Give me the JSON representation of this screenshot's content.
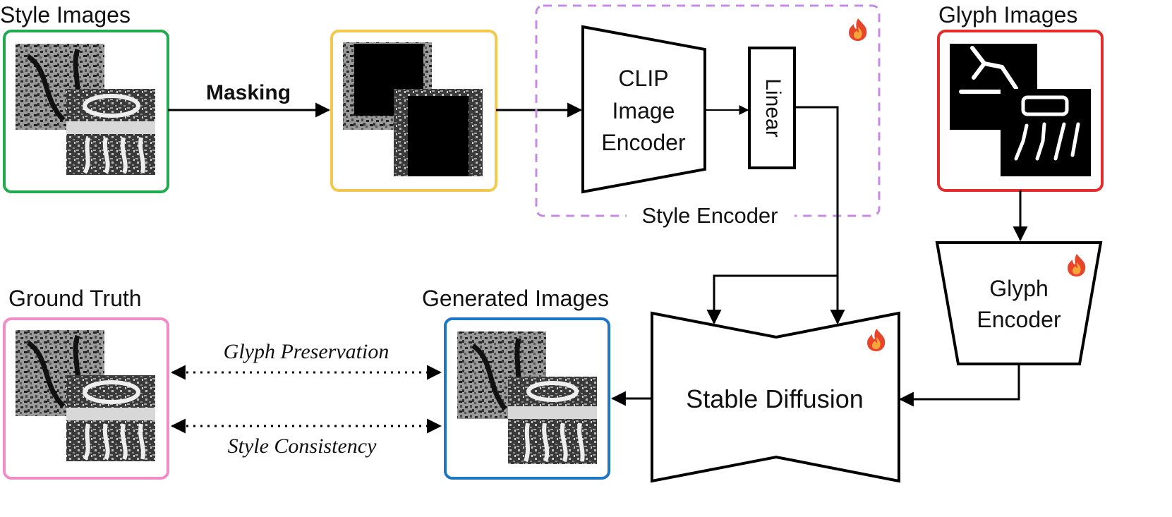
{
  "labels": {
    "style_images": "Style Images",
    "masking": "Masking",
    "clip_line1": "CLIP",
    "clip_line2": "Image",
    "clip_line3": "Encoder",
    "linear": "Linear",
    "style_encoder": "Style Encoder",
    "glyph_images": "Glyph Images",
    "glyph_encoder_line1": "Glyph",
    "glyph_encoder_line2": "Encoder",
    "stable_diffusion": "Stable Diffusion",
    "ground_truth": "Ground Truth",
    "generated_images": "Generated Images",
    "glyph_preservation": "Glyph Preservation",
    "style_consistency": "Style Consistency"
  },
  "icons": {
    "trainable": "fire-icon"
  },
  "colors": {
    "style_images_border": "#22aa4f",
    "masked_images_border": "#f2c94c",
    "style_encoder_border": "#c58be0",
    "glyph_images_border": "#e52b2b",
    "ground_truth_border": "#f28cc8",
    "generated_images_border": "#1f77c4",
    "fire_outer": "#e8452b",
    "fire_inner": "#f7a53b"
  }
}
